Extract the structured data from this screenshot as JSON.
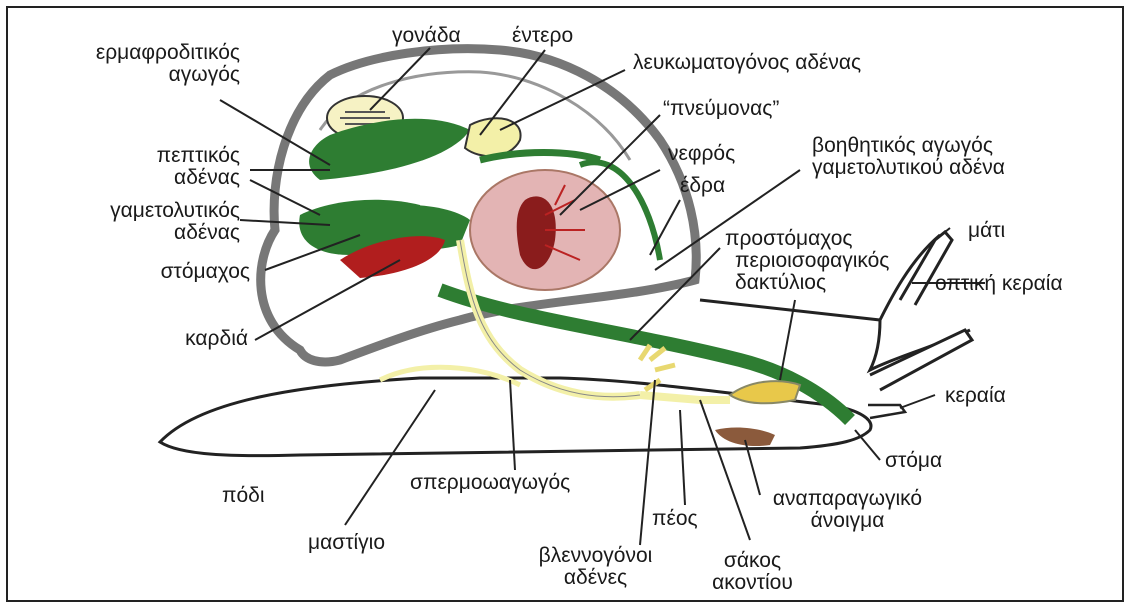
{
  "labels": {
    "hermaphroditic_duct": "ερμαφροδιτικός\nαγωγός",
    "gonad": "γονάδα",
    "intestine": "έντερο",
    "albumen_gland": "λευκωματογόνος αδένας",
    "lung": "“πνεύμονας”",
    "kidney": "νεφρός",
    "anus": "έδρα",
    "accessory_duct": "βοηθητικός αγωγός\nγαμετολυτικού αδένα",
    "digestive_gland": "πεπτικός\nαδένας",
    "gametolytic_gland": "γαμετολυτικός\nαδένας",
    "stomach": "στόμαχος",
    "crop": "προστόμαχος",
    "nerve_ring": "περιοισοφαγικός\nδακτύλιος",
    "eye": "μάτι",
    "optic_tentacle": "οπτική κεραία",
    "heart": "καρδιά",
    "tentacle": "κεραία",
    "foot": "πόδι",
    "sperm_duct": "σπερμοωαγωγός",
    "mouth": "στόμα",
    "genital_pore": "αναπαραγωγικό\nάνοιγμα",
    "flagellum": "μαστίγιο",
    "penis": "πέος",
    "mucous_glands": "βλεννογόνοι\nαδένες",
    "dart_sac": "σάκος\nακοντίου"
  },
  "colors": {
    "shell": "#777777",
    "digestive": "#2e7d32",
    "gametolytic": "#2e7d32",
    "repro": "#f3f0a8",
    "kidney": "#c98a8a",
    "heart": "#b11e1e",
    "body_line": "#222222",
    "dart": "#e8c84a",
    "pore": "#8b5a3c"
  }
}
